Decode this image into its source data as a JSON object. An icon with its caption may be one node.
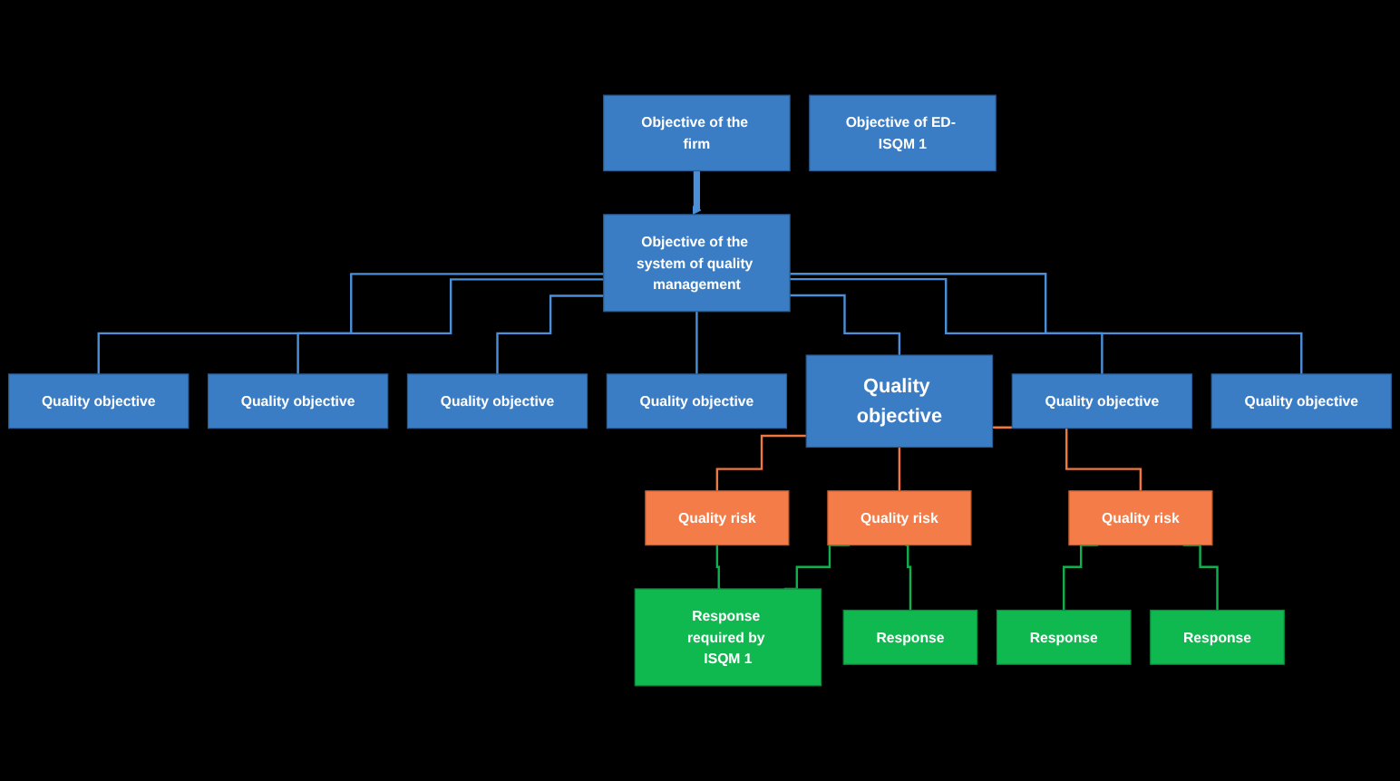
{
  "diagram": {
    "nodes": [
      {
        "text": [
          "Objective of the firm"
        ]
      },
      {
        "text": [
          "Objective of the system of quality management"
        ]
      },
      {
        "text": [
          "Objective of ED- ISQM 1"
        ]
      },
      {
        "text": [
          "Quality objective"
        ]
      },
      {
        "text": [
          "Quality objective"
        ]
      },
      {
        "text": [
          "Quality objective"
        ]
      },
      {
        "text": [
          "Quality objective"
        ]
      },
      {
        "text": [
          "Quality objective"
        ]
      },
      {
        "text": [
          "Quality objective"
        ]
      },
      {
        "text": [
          "Quality objective"
        ]
      },
      {
        "text": [
          "Quality risk"
        ]
      },
      {
        "text": [
          "Quality risk"
        ]
      },
      {
        "text": [
          "Quality risk"
        ]
      },
      {
        "text": [
          "Response required by ISQM 1"
        ]
      },
      {
        "text": [
          "Response"
        ]
      },
      {
        "text": [
          "Response"
        ]
      },
      {
        "text": [
          "Response"
        ]
      }
    ],
    "edges": [
      {
        "from": 0,
        "to": 1,
        "arrow": "to",
        "style": "thick"
      },
      {
        "from": 1,
        "to": 3,
        "arrow": "none"
      },
      {
        "from": 1,
        "to": 4,
        "arrow": "none"
      },
      {
        "from": 1,
        "to": 5,
        "arrow": "none"
      },
      {
        "from": 1,
        "to": 6,
        "arrow": "none"
      },
      {
        "from": 1,
        "to": 7,
        "arrow": "none"
      },
      {
        "from": 1,
        "to": 8,
        "arrow": "none"
      },
      {
        "from": 1,
        "to": 9,
        "arrow": "none"
      },
      {
        "from": 7,
        "to": 10,
        "arrow": "none",
        "color": "#f07840"
      },
      {
        "from": 7,
        "to": 11,
        "arrow": "none",
        "color": "#f07840"
      },
      {
        "from": 7,
        "to": 12,
        "arrow": "none",
        "color": "#f07840"
      },
      {
        "from": 10,
        "to": 13,
        "arrow": "none",
        "color": "#10b050"
      },
      {
        "from": 11,
        "to": 13,
        "arrow": "none",
        "color": "#10b050"
      },
      {
        "from": 11,
        "to": 14,
        "arrow": "none",
        "color": "#10b050"
      },
      {
        "from": 12,
        "to": 15,
        "arrow": "none",
        "color": "#10b050"
      },
      {
        "from": 12,
        "to": 16,
        "arrow": "none",
        "color": "#10b050"
      }
    ]
  }
}
